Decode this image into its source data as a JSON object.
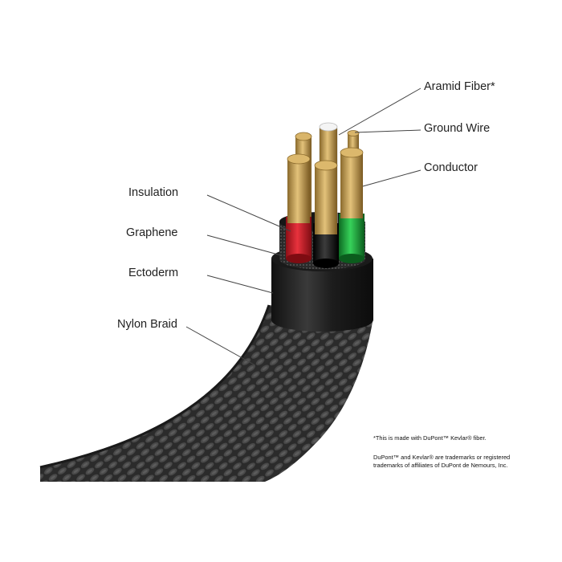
{
  "callouts": {
    "aramid": "Aramid Fiber*",
    "ground": "Ground Wire",
    "conductor": "Conductor",
    "insulation": "Insulation",
    "graphene": "Graphene",
    "ectoderm": "Ectoderm",
    "braid": "Nylon Braid"
  },
  "footnotes": {
    "line1": "*This is made with DuPont™ Kevlar® fiber.",
    "line2": "DuPont™ and Kevlar® are trademarks or registered",
    "line3": "trademarks of affiliates of DuPont de Nemours, Inc."
  },
  "colors": {
    "insulation_red": "#d41f2a",
    "insulation_black": "#1a1a1a",
    "insulation_green": "#1fae3c",
    "aramid_white": "#f2f2f2",
    "copper": "#c9a257",
    "jacket": "#232323"
  }
}
